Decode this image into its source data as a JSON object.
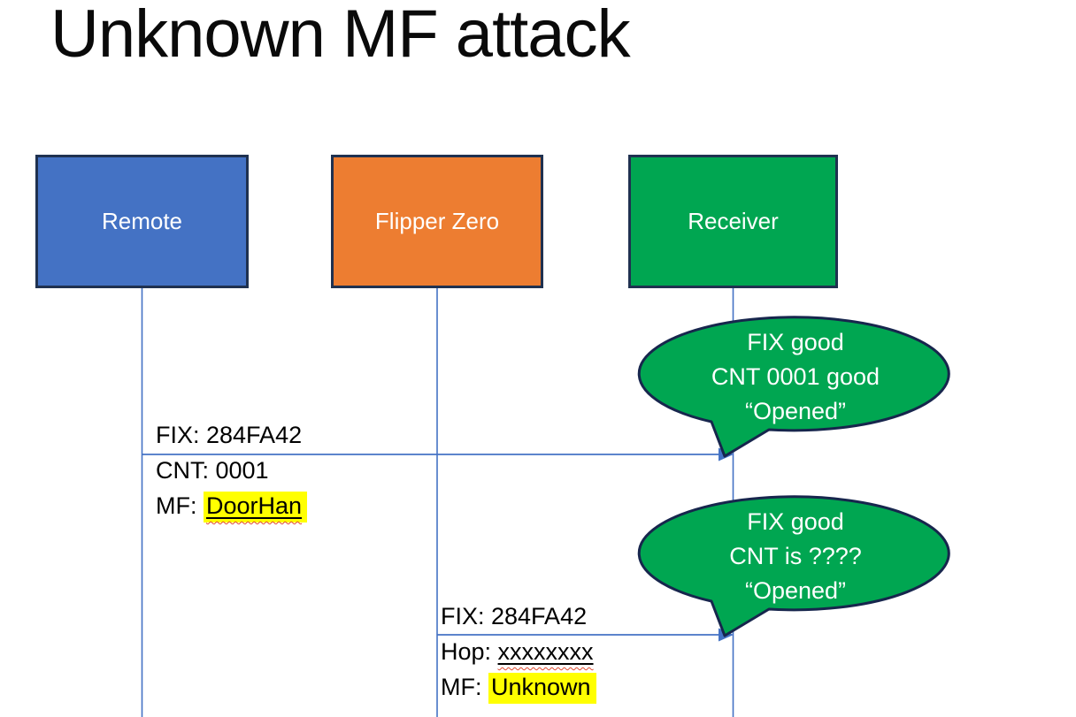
{
  "title": "Unknown MF attack",
  "actors": [
    {
      "label": "Remote"
    },
    {
      "label": "Flipper Zero"
    },
    {
      "label": "Receiver"
    }
  ],
  "messages": [
    {
      "fix": "FIX: 284FA42",
      "cnt": "CNT: 0001",
      "mf_label": "MF: ",
      "mf_value": "DoorHan"
    },
    {
      "fix": "FIX: 284FA42",
      "hop_label": "Hop: ",
      "hop_value": "xxxxxxxx",
      "mf_label": "MF: ",
      "mf_value": "Unknown"
    }
  ],
  "callouts": [
    {
      "line1": "FIX good",
      "line2": "CNT 0001 good",
      "line3": "“Opened”"
    },
    {
      "line1": "FIX good",
      "line2": "CNT is ????",
      "line3": "“Opened”"
    }
  ],
  "colors": {
    "remote-fill": "#4472C4",
    "flipper-fill": "#ED7D31",
    "receiver-fill": "#00A651",
    "box-border": "#1F3150",
    "line-blue": "#4472C4",
    "bubble-fill": "#00A651",
    "bubble-border": "#17264D",
    "highlight": "#FFFF00",
    "squiggle": "#E04A2F",
    "text-dark": "#000000",
    "text-light": "#FFFFFF"
  }
}
